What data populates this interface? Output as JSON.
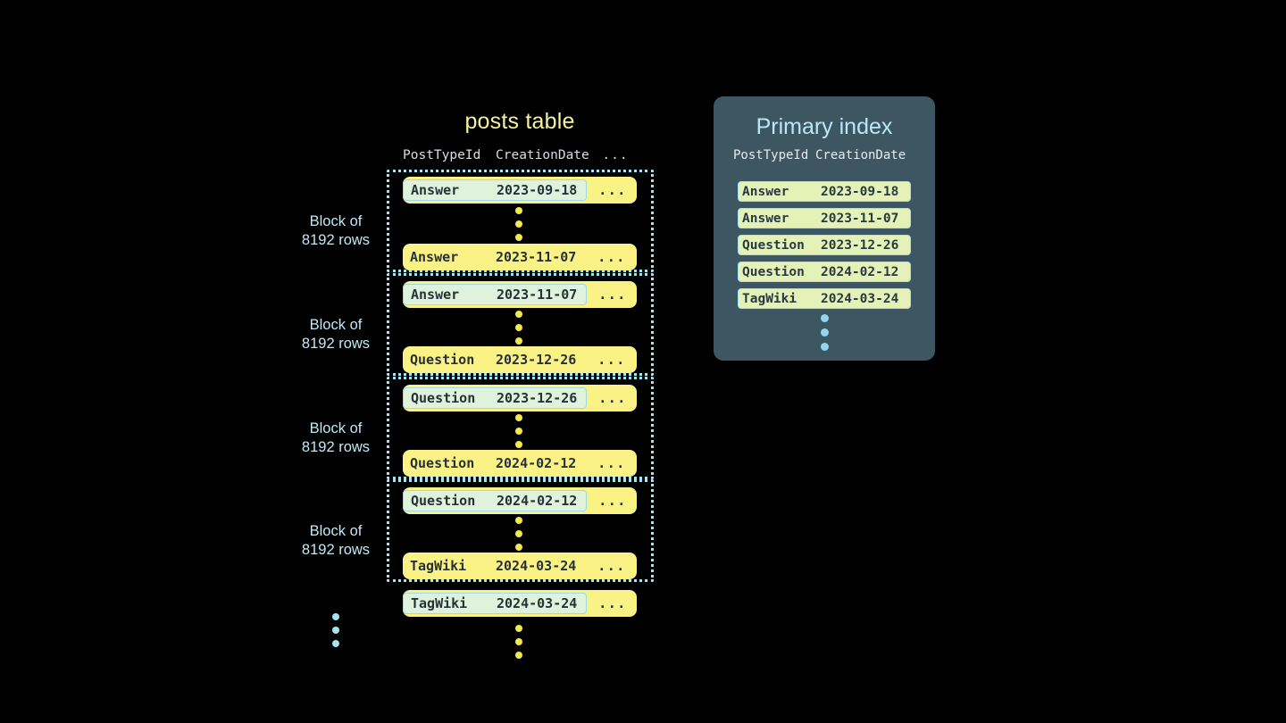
{
  "posts_table": {
    "title": "posts table",
    "columns": [
      "PostTypeId",
      "CreationDate",
      "..."
    ],
    "blocks": [
      {
        "label_line1": "Block of",
        "label_line2": "8192 rows",
        "first_row": {
          "type": "Answer",
          "date": "2023-09-18",
          "more": "...",
          "highlighted": true
        },
        "last_row": {
          "type": "Answer",
          "date": "2023-11-07",
          "more": "...",
          "highlighted": false
        }
      },
      {
        "label_line1": "Block of",
        "label_line2": "8192 rows",
        "first_row": {
          "type": "Answer",
          "date": "2023-11-07",
          "more": "...",
          "highlighted": true
        },
        "last_row": {
          "type": "Question",
          "date": "2023-12-26",
          "more": "...",
          "highlighted": false
        }
      },
      {
        "label_line1": "Block of",
        "label_line2": "8192 rows",
        "first_row": {
          "type": "Question",
          "date": "2023-12-26",
          "more": "...",
          "highlighted": true
        },
        "last_row": {
          "type": "Question",
          "date": "2024-02-12",
          "more": "...",
          "highlighted": false
        }
      },
      {
        "label_line1": "Block of",
        "label_line2": "8192 rows",
        "first_row": {
          "type": "Question",
          "date": "2024-02-12",
          "more": "...",
          "highlighted": true
        },
        "last_row": {
          "type": "TagWiki",
          "date": "2024-03-24",
          "more": "...",
          "highlighted": false
        }
      }
    ],
    "trailing_row": {
      "type": "TagWiki",
      "date": "2024-03-24",
      "more": "...",
      "highlighted": true
    }
  },
  "primary_index": {
    "title": "Primary index",
    "columns": [
      "PostTypeId",
      "CreationDate"
    ],
    "rows": [
      {
        "type": "Answer",
        "date": "2023-09-18"
      },
      {
        "type": "Answer",
        "date": "2023-11-07"
      },
      {
        "type": "Question",
        "date": "2023-12-26"
      },
      {
        "type": "Question",
        "date": "2024-02-12"
      },
      {
        "type": "TagWiki",
        "date": "2024-03-24"
      }
    ]
  },
  "colors": {
    "background": "#000000",
    "row_yellow": "#FAF285",
    "highlight_green": "#DFF3DC",
    "highlight_border": "#9ED9E8",
    "block_border": "#A8E3F0",
    "label_cyan": "#BEE9F5",
    "title_yellow": "#F6F39A",
    "panel_slate": "#3E5562",
    "index_row": "#E4F2B8",
    "dot_yellow": "#F2E94B",
    "dot_cyan": "#8FD8ED"
  }
}
